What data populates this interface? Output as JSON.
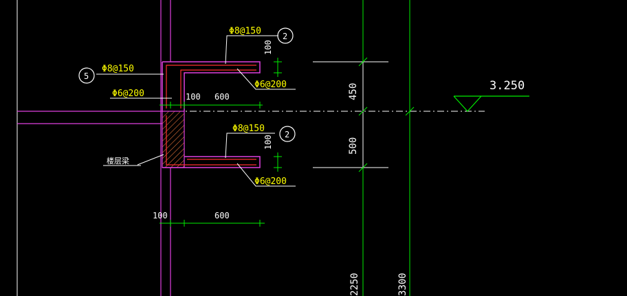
{
  "colors": {
    "background": "#000000",
    "wall_magenta": "#e040e0",
    "dim_green": "#00ee00",
    "text_yellow": "#ffff00",
    "line_white": "#ffffff",
    "hatch_orange": "#ff8040"
  },
  "annotations": {
    "rebar_top_1": "Φ8@150",
    "rebar_bot_1": "Φ6@200",
    "rebar_top_2": "Φ8@150",
    "rebar_bot_2": "Φ6@200",
    "rebar_left_1": "Φ8@150",
    "rebar_left_2": "Φ6@200",
    "callout_2a": "2",
    "callout_2b": "2",
    "callout_5": "5",
    "beam_label": "楼层梁",
    "elevation": "3.250"
  },
  "dimensions": {
    "thk_top": "100",
    "thk_bot": "100",
    "left_100_a": "100",
    "len_600_a": "600",
    "left_100_b": "100",
    "len_600_b": "600",
    "h_450": "450",
    "h_500": "500",
    "v_2250": "2250",
    "v_3300": "3300"
  }
}
